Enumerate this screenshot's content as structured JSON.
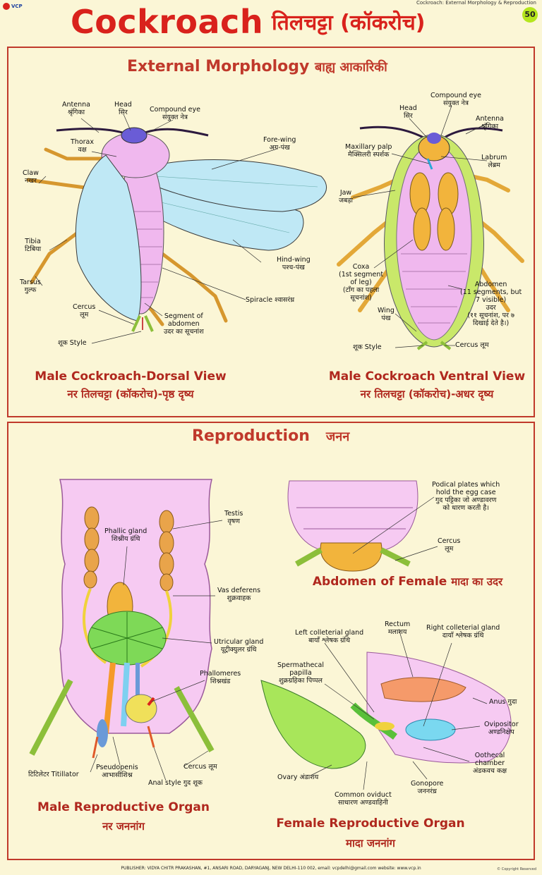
{
  "header": {
    "logo_text": "VCP",
    "title_en": "Cockroach",
    "title_hi": "तिलचट्टा (कॉकरोच)",
    "top_caption": "Cockroach: External Morphology & Reproduction",
    "page_number": "50"
  },
  "morphology": {
    "title_en": "External Morphology",
    "title_hi": "बाह्य आकारिकी",
    "dorsal": {
      "caption_en": "Male Cockroach-Dorsal View",
      "caption_hi": "नर तिलचट्टा (कॉकरोच)-पृष्ठ दृष्य",
      "labels": {
        "antenna": "Antenna\nश्रृंगिका",
        "head": "Head\nसिर",
        "compound_eye": "Compound eye\nसंयुक्त नेत्र",
        "thorax": "Thorax\nवक्ष",
        "fore_wing": "Fore-wing\nअग्र-पंख",
        "claw": "Claw\nनखर",
        "tibia": "Tibia\nटिबिया",
        "hind_wing": "Hind-wing\nपश्च-पंख",
        "tarsus": "Tarsus\nगुल्फ",
        "spiracle": "Spiracle श्वासरंध्र",
        "cercus": "Cercus\nलूम",
        "segment": "Segment of\nabdomen\nउदर का सूचनांश",
        "style": "शूक Style"
      }
    },
    "ventral": {
      "caption_en": "Male Cockroach Ventral View",
      "caption_hi": "नर तिलचट्टा (कॉकरोच)-अधर दृष्य",
      "labels": {
        "compound_eye": "Compound eye\nसंयुक्त नेत्र",
        "head": "Head\nसिर",
        "antenna": "Antenna\nश्रृंगिका",
        "maxillary": "Maxillary palp\nमैक्सिलरी स्पर्शक",
        "labrum": "Labrum\nलेब्रम",
        "jaw": "Jaw\nजबड़ा",
        "coxa": "Coxa\n(1st segment\nof leg)\n(टाँग का पहला\nसूचनांश)",
        "abdomen": "Abdomen\n(11 segments, but\n7 visible)\nउदर\n(११ सूचनांश, पर ७\nदिखाई देते है।)",
        "wing": "Wing\nपंख",
        "style": "शूक Style",
        "cercus": "Cercus लूम"
      }
    }
  },
  "reproduction": {
    "title_en": "Reproduction",
    "title_hi": "जनन",
    "male": {
      "caption_en": "Male Reproductive Organ",
      "caption_hi": "नर जननांग",
      "labels": {
        "testis": "Testis\nवृषण",
        "phallic": "Phallic gland\nशिश्नीय ग्रंथि",
        "vas": "Vas deferens\nशुक्रवाहक",
        "utricular": "Utricular gland\nयूट्रीक्युलर ग्रंथि",
        "phallomeres": "Phallomeres\nशिश्नखंड",
        "titillator": "टिटिलेटर Titillator",
        "pseudopenis": "Pseudopenis\nआभासीशिश्न",
        "anal_style": "Anal style गुद शूक",
        "cercus": "Cercus लूम"
      }
    },
    "female_abdomen": {
      "caption_en": "Abdomen of Female",
      "caption_hi": "मादा का उदर",
      "labels": {
        "podical": "Podical plates which\nhold the egg case\nगुद पट्टिका जो अण्डावरण\nको धारण करती है।",
        "cercus": "Cercus\nलूम"
      }
    },
    "female": {
      "caption_en": "Female Reproductive Organ",
      "caption_hi": "मादा जननांग",
      "labels": {
        "left_coll": "Left colleterial gland\nबायाँ श्लेषक ग्रंथि",
        "rectum": "Rectum\nमलाशय",
        "right_coll": "Right colleterial gland\nदायाँ श्लेषक ग्रंथि",
        "spermathecal": "Spermathecal\npapilla\nशुक्रग्रहिका पिप्पल",
        "anus": "Anus गुदा",
        "ovipositor": "Ovipositor\nअण्डनिक्षेप",
        "oothecal": "Oothecal\nchamber\nअंडकवच कक्ष",
        "ovary": "Ovary अंडाशय",
        "gonopore": "Gonopore\nजननरंध्र",
        "oviduct": "Common oviduct\nसाधारण अण्डवाहिनी"
      }
    }
  },
  "footer": {
    "publisher": "PUBLISHER: VIDYA CHITR PRAKASHAN, #1, ANSARI ROAD, DARYAGANJ, NEW DELHI-110 002, email: vcpdelhi@gmail.com website: www.vcp.in",
    "copyright": "© Copyright Reserved"
  },
  "colors": {
    "accent": "#c0392b",
    "title": "#d9221c",
    "background": "#fbf6d6",
    "body_pink": "#f0b8ee",
    "wing_blue": "#bfe8f5",
    "leg_orange": "#f2b43c"
  }
}
